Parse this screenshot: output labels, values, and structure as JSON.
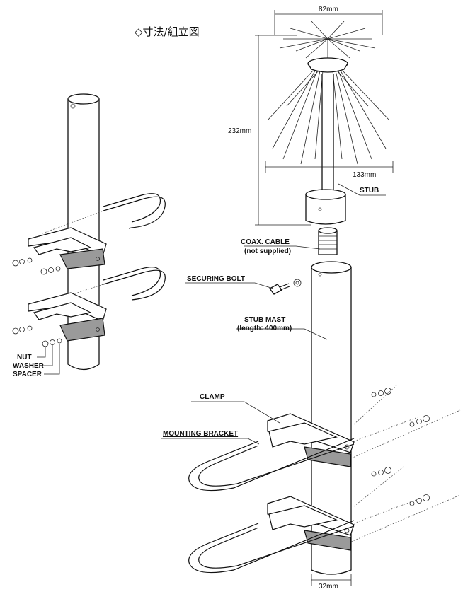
{
  "title": "◇寸法/組立図",
  "dimensions": {
    "top_width": "82mm",
    "height": "232mm",
    "radial_width": "133mm",
    "mast_diameter": "32mm"
  },
  "labels": {
    "stub": "STUB",
    "coax_cable": "COAX. CABLE",
    "coax_note": "(not supplied)",
    "securing_bolt": "SECURING BOLT",
    "stub_mast": "STUB MAST",
    "stub_mast_length": "(length: 400mm)",
    "clamp": "CLAMP",
    "mounting_bracket": "MOUNTING BRACKET",
    "nut": "NUT",
    "washer": "WASHER",
    "spacer": "SPACER"
  }
}
